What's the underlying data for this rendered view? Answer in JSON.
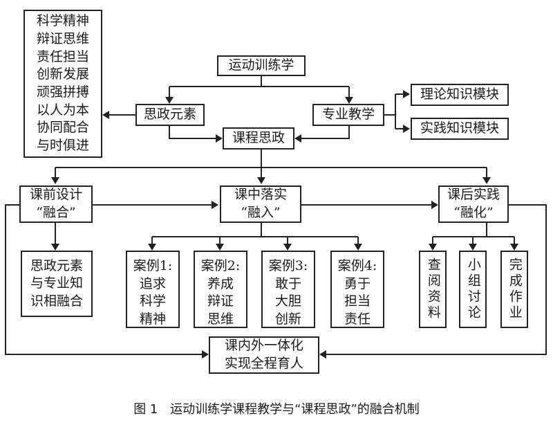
{
  "values_box": {
    "lines": [
      "科学精神",
      "辩证思维",
      "责任担当",
      "创新发展",
      "顽强拼搏",
      "以人为本",
      "协同配合",
      "与时俱进"
    ]
  },
  "nodes": {
    "course": "运动训练学",
    "ideology_elements": "思政元素",
    "professional_teaching": "专业教学",
    "theory_module": "理论知识模块",
    "practice_module": "实践知识模块",
    "curriculum_ideology": "课程思政",
    "pre_class": "课前设计\n“融合”",
    "in_class": "课中落实\n“融入”",
    "post_class": "课后实践\n“融化”",
    "integration": "思政元素\n与专业知\n识相融合",
    "case1": "案例1:\n追求\n科学\n精神",
    "case2": "案例2:\n养成\n辩证\n思维",
    "case3": "案例3:\n敢于\n大胆\n创新",
    "case4": "案例4:\n勇于\n担当\n责任",
    "consult": "查阅资料",
    "group": "小组讨论",
    "homework": "完成作业",
    "whole_process": "课内外一体化\n实现全程育人"
  },
  "caption": {
    "figure_no": "图 1",
    "title": "运动训练学课程教学与“课程思政”的融合机制"
  }
}
